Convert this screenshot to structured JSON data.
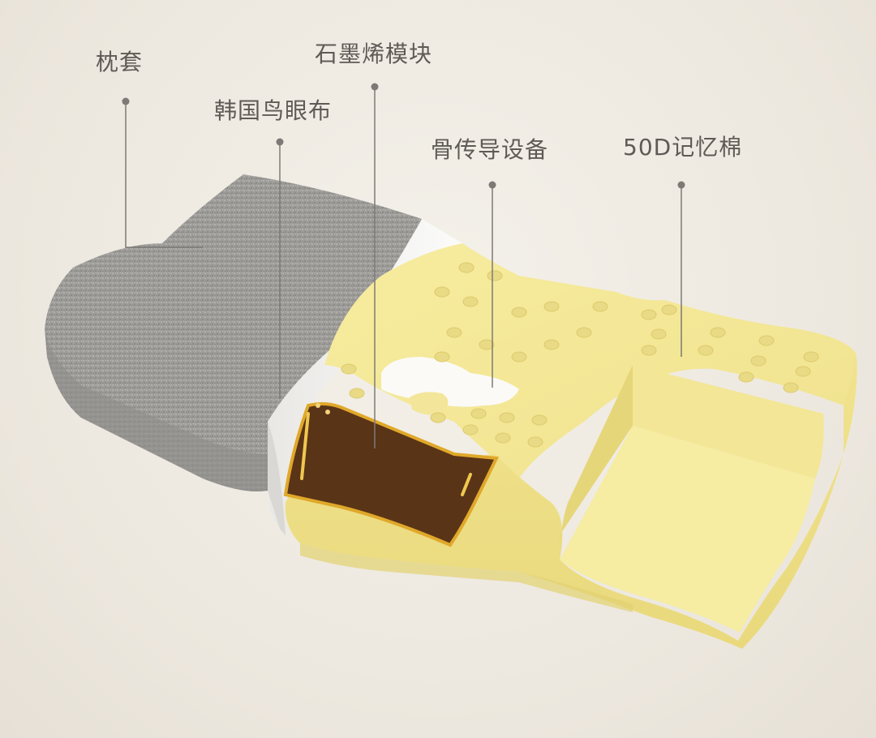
{
  "callouts": {
    "pillowcase": "枕套",
    "birdseye": "韩国鸟眼布",
    "graphene": "石墨烯模块",
    "bone_conduction": "骨传导设备",
    "memory_foam": "50D记忆棉"
  },
  "colors": {
    "background": "#efebe3",
    "fabric_gray": "#9c9b98",
    "white_layer": "#f5f4f2",
    "foam_yellow": "#f3e69c",
    "graphene_brown": "#5a3416",
    "graphene_edge": "#e0a82a",
    "leader_line": "#7d7a76"
  },
  "icons": {
    "leader_dot": "leader-dot-icon"
  }
}
